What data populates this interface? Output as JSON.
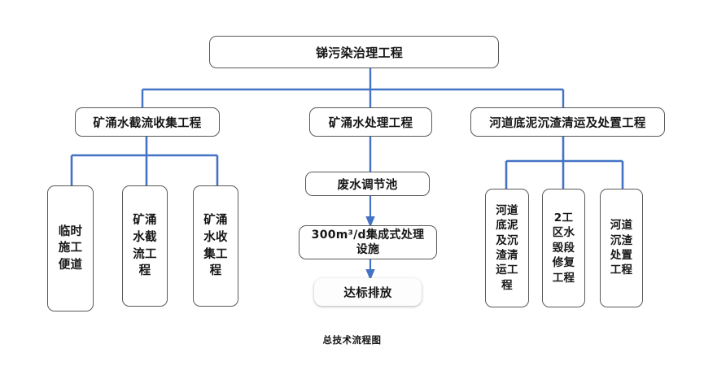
{
  "diagram": {
    "caption": "总技术流程图",
    "colors": {
      "connector": "#4472C4",
      "box_border": "#595959",
      "text": "#161616",
      "background": "#FFFFFF"
    },
    "root": {
      "label": "锑污染治理工程"
    },
    "branches": [
      {
        "label": "矿涌水截流收集工程",
        "children": [
          {
            "label": "临时\n施工\n便道"
          },
          {
            "label": "矿涌\n水截\n流工\n程"
          },
          {
            "label": "矿涌\n水收\n集工\n程"
          }
        ]
      },
      {
        "label": "矿涌水处理工程",
        "chain": [
          {
            "label": "废水调节池",
            "bordered": true
          },
          {
            "label": "300m³/d集成式处理\n设施",
            "bordered": true
          },
          {
            "label": "达标排放",
            "bordered": false
          }
        ]
      },
      {
        "label": "河道底泥沉渣清运及处置工程",
        "children": [
          {
            "label": "河道\n底泥\n及沉\n渣清\n运工\n程"
          },
          {
            "label": "2工\n区水\n毁段\n修复\n工程"
          },
          {
            "label": "河道\n沉渣\n处置\n工程"
          }
        ]
      }
    ]
  }
}
